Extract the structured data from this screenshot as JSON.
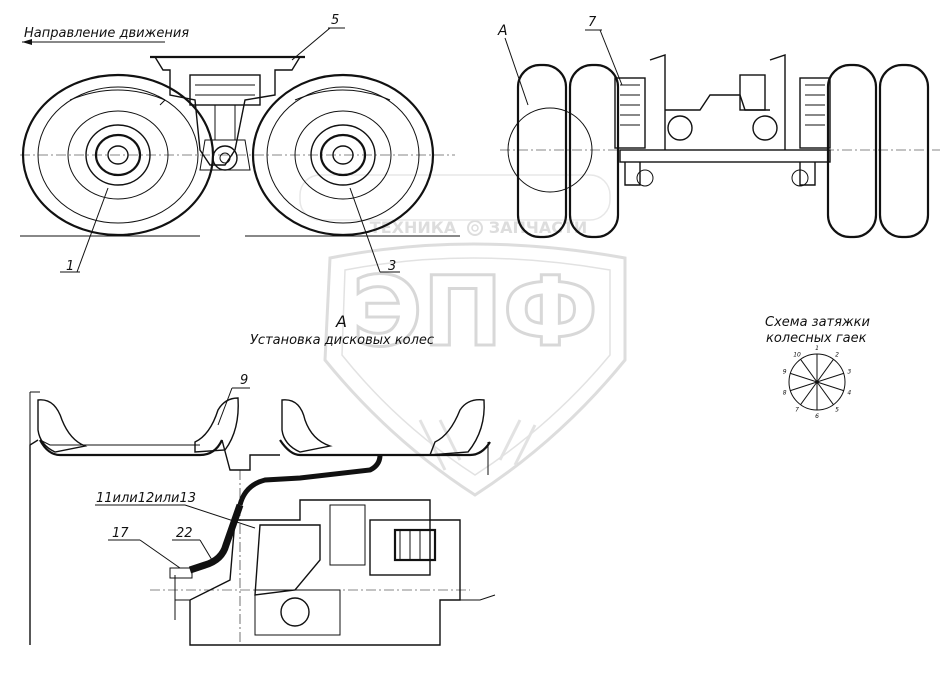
{
  "direction_label": "Направление движения",
  "section_letter_top": "А",
  "section_letter_bottom": "А",
  "section_title": "Установка дисковых колес",
  "scheme_title_line1": "Схема затяжки",
  "scheme_title_line2": "колесных гаек",
  "callouts": {
    "c1": "1",
    "c3": "3",
    "c5": "5",
    "c7": "7",
    "c9": "9",
    "c11_13": "11или12или13",
    "c17": "17",
    "c22": "22"
  },
  "tightening_order": [
    "1",
    "2",
    "3",
    "4",
    "5",
    "6",
    "7",
    "8",
    "9",
    "10"
  ],
  "watermark": {
    "line1_left": "ТЕХНИКА",
    "line1_right": "ЗАПЧАСТИ",
    "logo": "ЭПФ"
  }
}
